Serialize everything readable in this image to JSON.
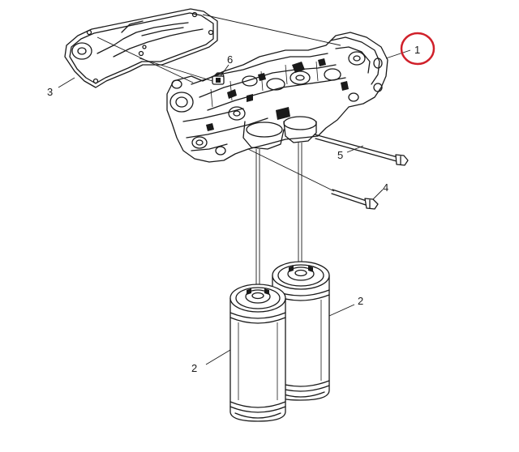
{
  "callouts": {
    "main_housing": "1",
    "filter_left": "2",
    "filter_right": "2",
    "gasket": "3",
    "bolt_lower": "4",
    "bolt_upper": "5",
    "fastener": "6"
  },
  "highlight": {
    "target": "main_housing",
    "color": "#d0202a"
  },
  "colors": {
    "ink": "#1a1a1a",
    "background": "#ffffff"
  }
}
